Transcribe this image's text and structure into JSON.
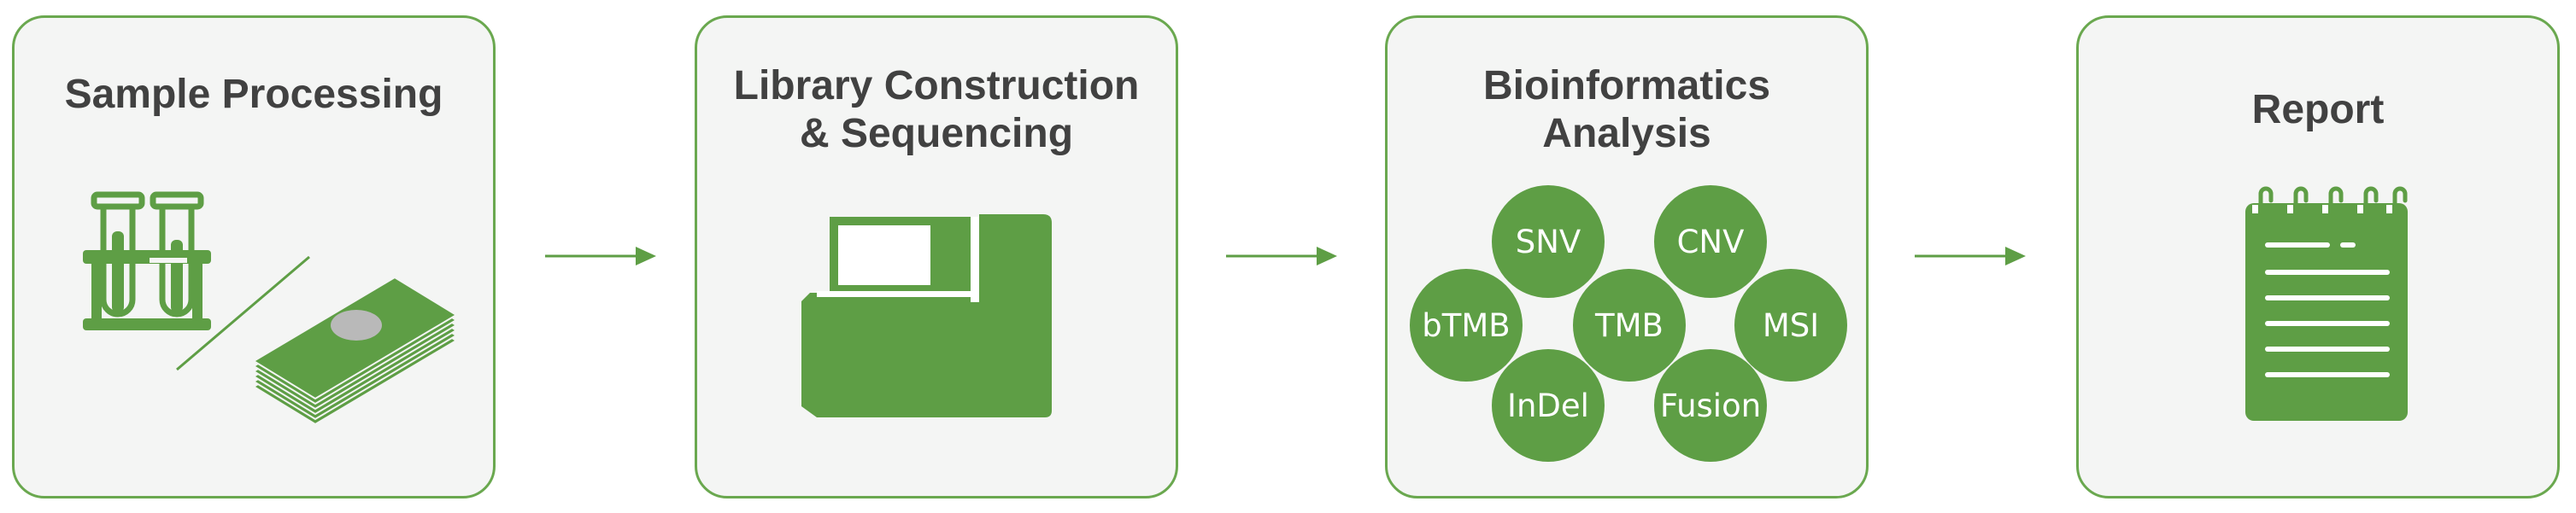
{
  "colors": {
    "accent": "#5e9e45",
    "border": "#6aa84f",
    "card_bg": "#f4f5f4",
    "title": "#414141",
    "slide_spot": "#b9b9b9"
  },
  "steps": [
    {
      "title": "Sample Processing",
      "icon": "test-tubes-and-slides-icon"
    },
    {
      "title": "Library Construction\n& Sequencing",
      "icon": "sequencer-icon"
    },
    {
      "title": "Bioinformatics\nAnalysis",
      "icon": "analysis-bubbles-icon",
      "bubbles": [
        "SNV",
        "CNV",
        "bTMB",
        "TMB",
        "MSI",
        "InDel",
        "Fusion"
      ]
    },
    {
      "title": "Report",
      "icon": "notepad-icon"
    }
  ],
  "connectors": [
    "arrow-right-icon",
    "arrow-right-icon",
    "arrow-right-icon"
  ]
}
